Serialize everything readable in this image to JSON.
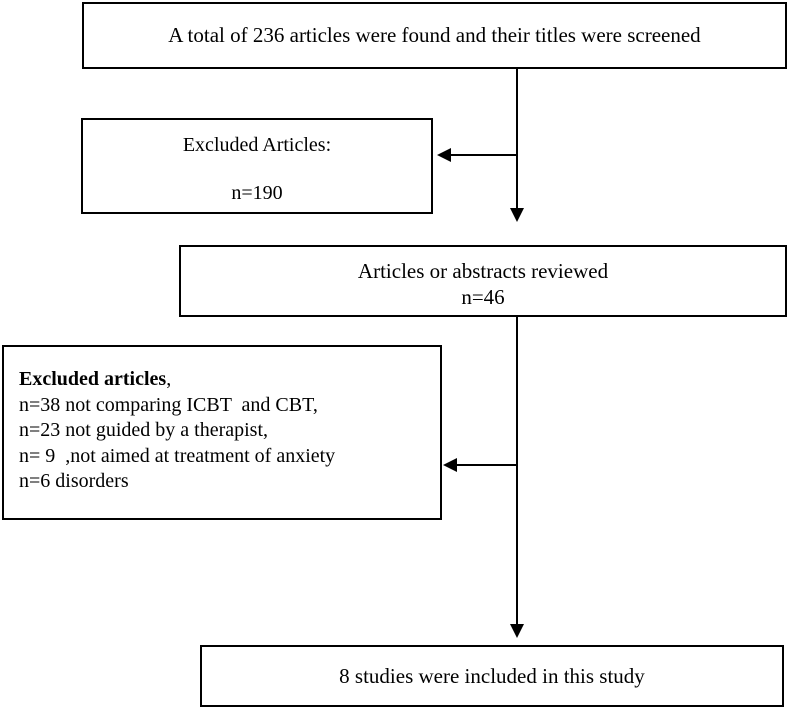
{
  "flowchart": {
    "total_box": {
      "text": "A total of 236 articles were found and their titles were screened"
    },
    "excluded_box_1": {
      "label": "Excluded Articles:",
      "count": "n=190"
    },
    "reviewed_box": {
      "label": "Articles or abstracts reviewed",
      "count": "n=46"
    },
    "excluded_box_2": {
      "heading": "Excluded articles",
      "heading_suffix": ",",
      "lines": [
        "n=38 not comparing ICBT  and CBT,",
        "n=23 not guided by a therapist,",
        "n= 9  ,not aimed at treatment of anxiety",
        "n=6 disorders"
      ]
    },
    "final_box": {
      "text": "8 studies were included in this study"
    }
  }
}
